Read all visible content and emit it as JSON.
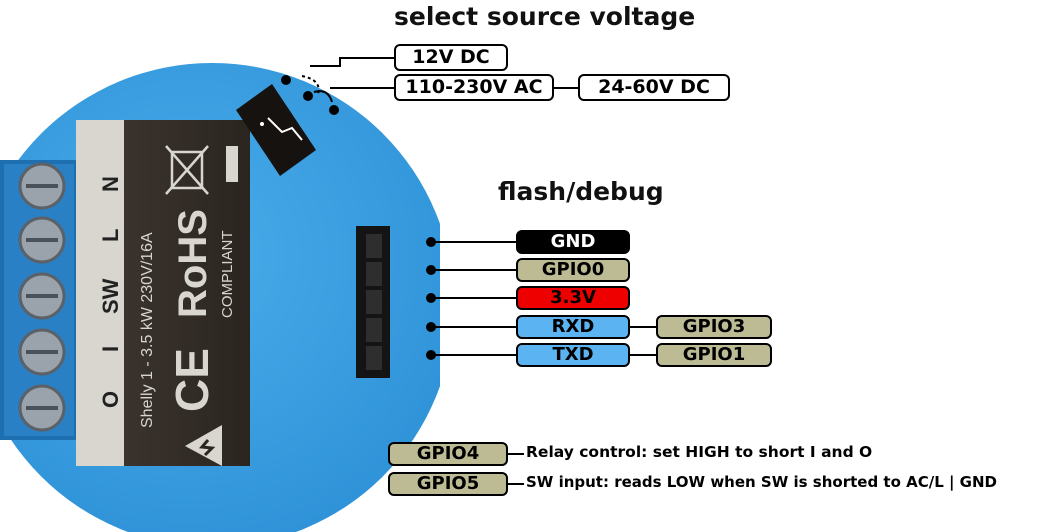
{
  "voltage": {
    "title": "select source voltage",
    "options": [
      "12V DC",
      "110-230V AC",
      "24-60V DC"
    ]
  },
  "debug": {
    "title": "flash/debug",
    "pins": [
      {
        "label": "GND",
        "color": "#000000",
        "text_color": "#ffffff"
      },
      {
        "label": "GPIO0",
        "color": "#bdbb94",
        "text_color": "#000000"
      },
      {
        "label": "3.3V",
        "color": "#ee0000",
        "text_color": "#000000"
      },
      {
        "label": "RXD",
        "color": "#5cb3f2",
        "text_color": "#000000",
        "gpio": "GPIO3"
      },
      {
        "label": "TXD",
        "color": "#5cb3f2",
        "text_color": "#000000",
        "gpio": "GPIO1"
      }
    ]
  },
  "io": [
    {
      "gpio": "GPIO4",
      "description": "Relay control: set HIGH to short I and O"
    },
    {
      "gpio": "GPIO5",
      "description": "SW input: reads LOW when SW is shorted to AC/L | GND"
    }
  ],
  "device": {
    "terminals": [
      "O",
      "I",
      "SW",
      "L",
      "N"
    ],
    "model_text": "Shelly 1 - 3.5 kW 230V/16A",
    "rohs": "RoHS",
    "compliant": "COMPLIANT",
    "ce": "CE",
    "body_color": "#3aa0e4"
  }
}
